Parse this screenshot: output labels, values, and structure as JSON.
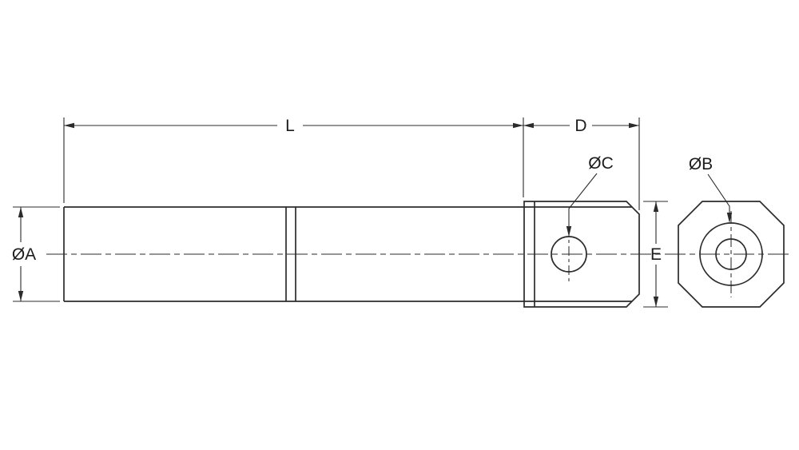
{
  "drawing": {
    "labels": {
      "overall_length": "L",
      "head_length": "D",
      "shaft_diameter": "ØA",
      "end_hole_diameter": "ØB",
      "cross_hole_diameter": "ØC",
      "head_height": "E"
    },
    "colors": {
      "line": "#2b2b2b",
      "background": "#ffffff"
    }
  }
}
